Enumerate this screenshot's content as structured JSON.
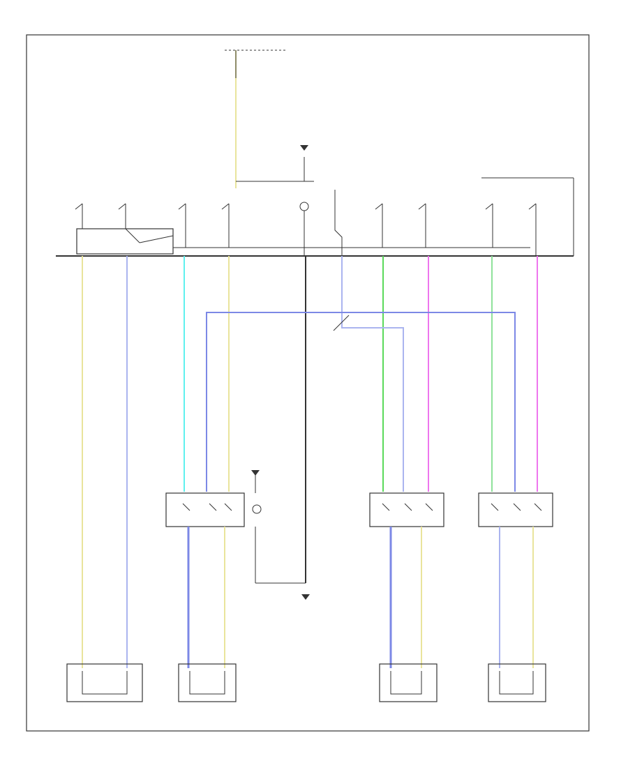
{
  "diagram": {
    "footer_code": "",
    "top_source": {
      "title": "",
      "lines": []
    },
    "ground_label": "",
    "modules": [
      {
        "key": "memory",
        "name": ""
      },
      {
        "key": "front-passenger",
        "name": ""
      },
      {
        "key": "left-rear",
        "name": ""
      },
      {
        "key": "right-rear",
        "name": ""
      }
    ],
    "wire_colors": {
      "yellow": "#e9e49c",
      "blue": "#7c88e6",
      "lightblue": "#aab4ef",
      "cyan": "#5ff0ee",
      "pink": "#ee76ee",
      "green": "#5ad95a",
      "lightgreen": "#8fe29a",
      "black": "#333333"
    }
  }
}
